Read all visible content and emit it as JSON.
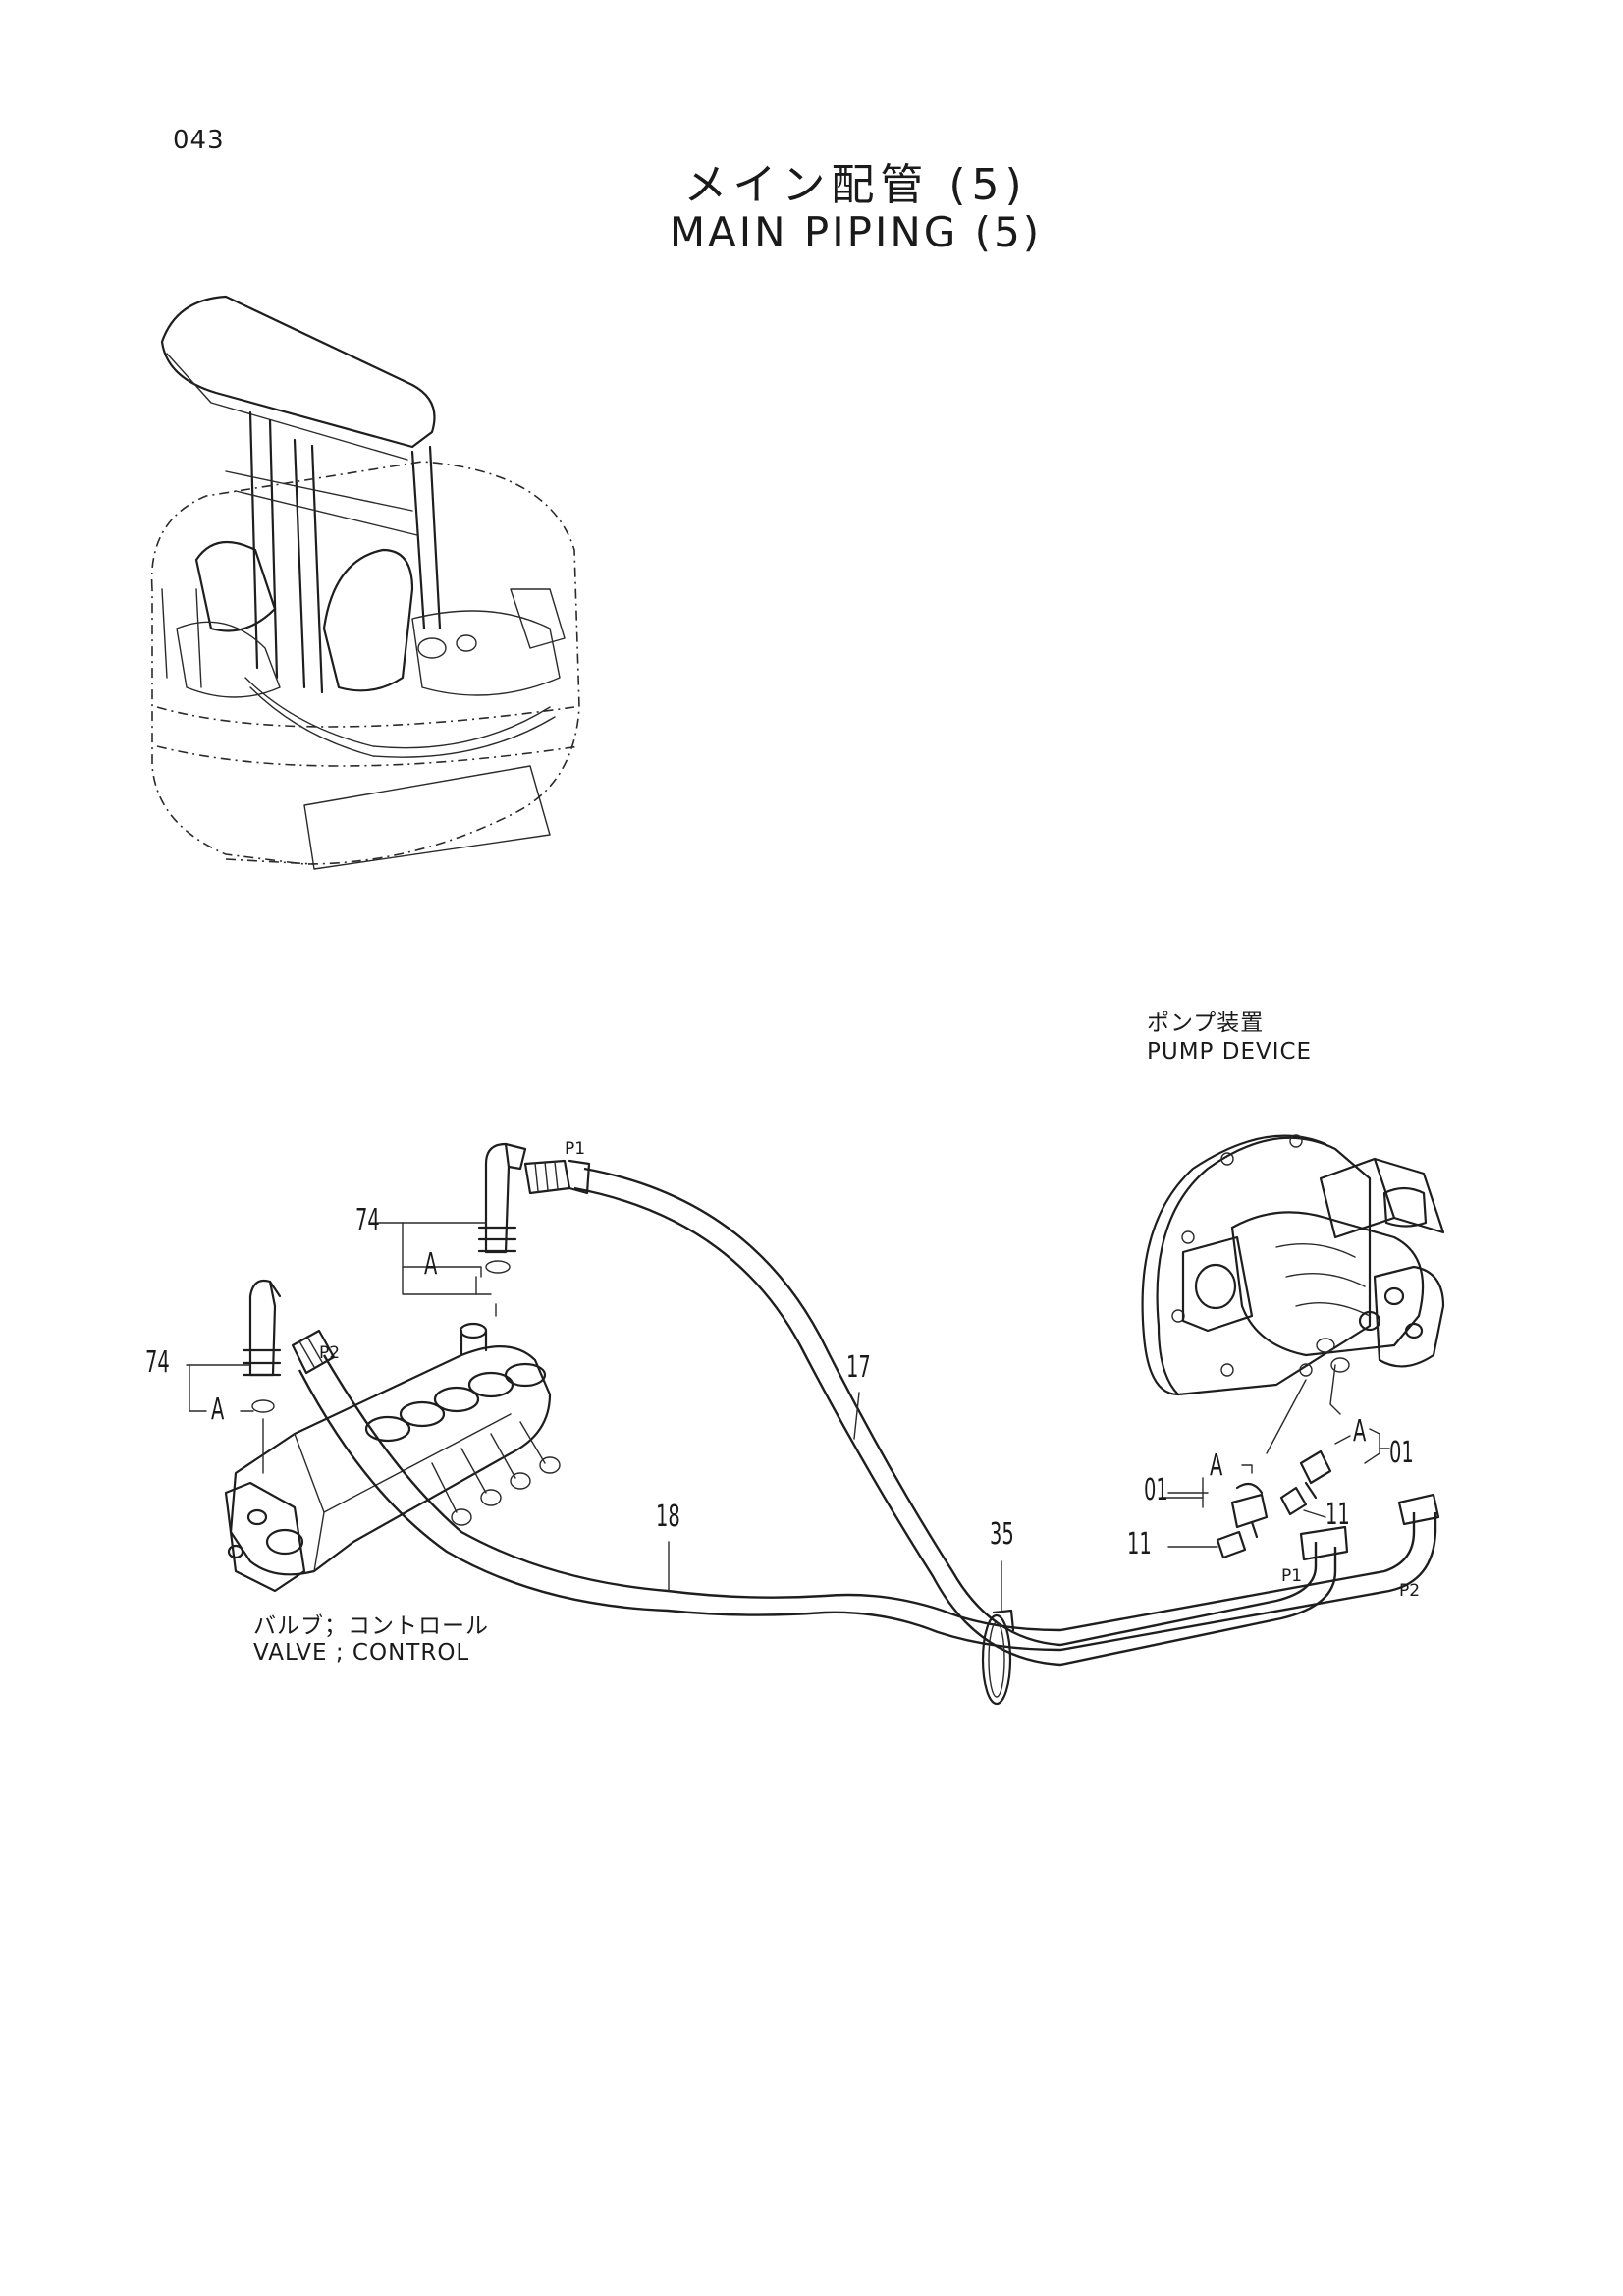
{
  "header": {
    "page_number": "043",
    "title_ja": "メイン配管 (5)",
    "title_en": "MAIN PIPING (5)"
  },
  "components": {
    "pump": {
      "name_ja": "ポンプ装置",
      "name_en": "PUMP DEVICE"
    },
    "valve": {
      "name_ja": "バルブ；コントロール",
      "name_en": "VALVE ; CONTROL"
    }
  },
  "callouts": {
    "hose_17": "17",
    "hose_18": "18",
    "clamp_35": "35",
    "elbow_74_upper": "74",
    "elbow_74_lower": "74",
    "fitting_01_left": "01",
    "fitting_01_right": "01",
    "plug_11_left": "11",
    "plug_11_right": "11",
    "view_a_1": "A",
    "view_a_2": "A",
    "view_a_3": "A",
    "view_a_4": "A"
  },
  "ports": {
    "p1_top": "P1",
    "p2_valve": "P2",
    "p1_pump": "P1",
    "p2_pump": "P2"
  }
}
